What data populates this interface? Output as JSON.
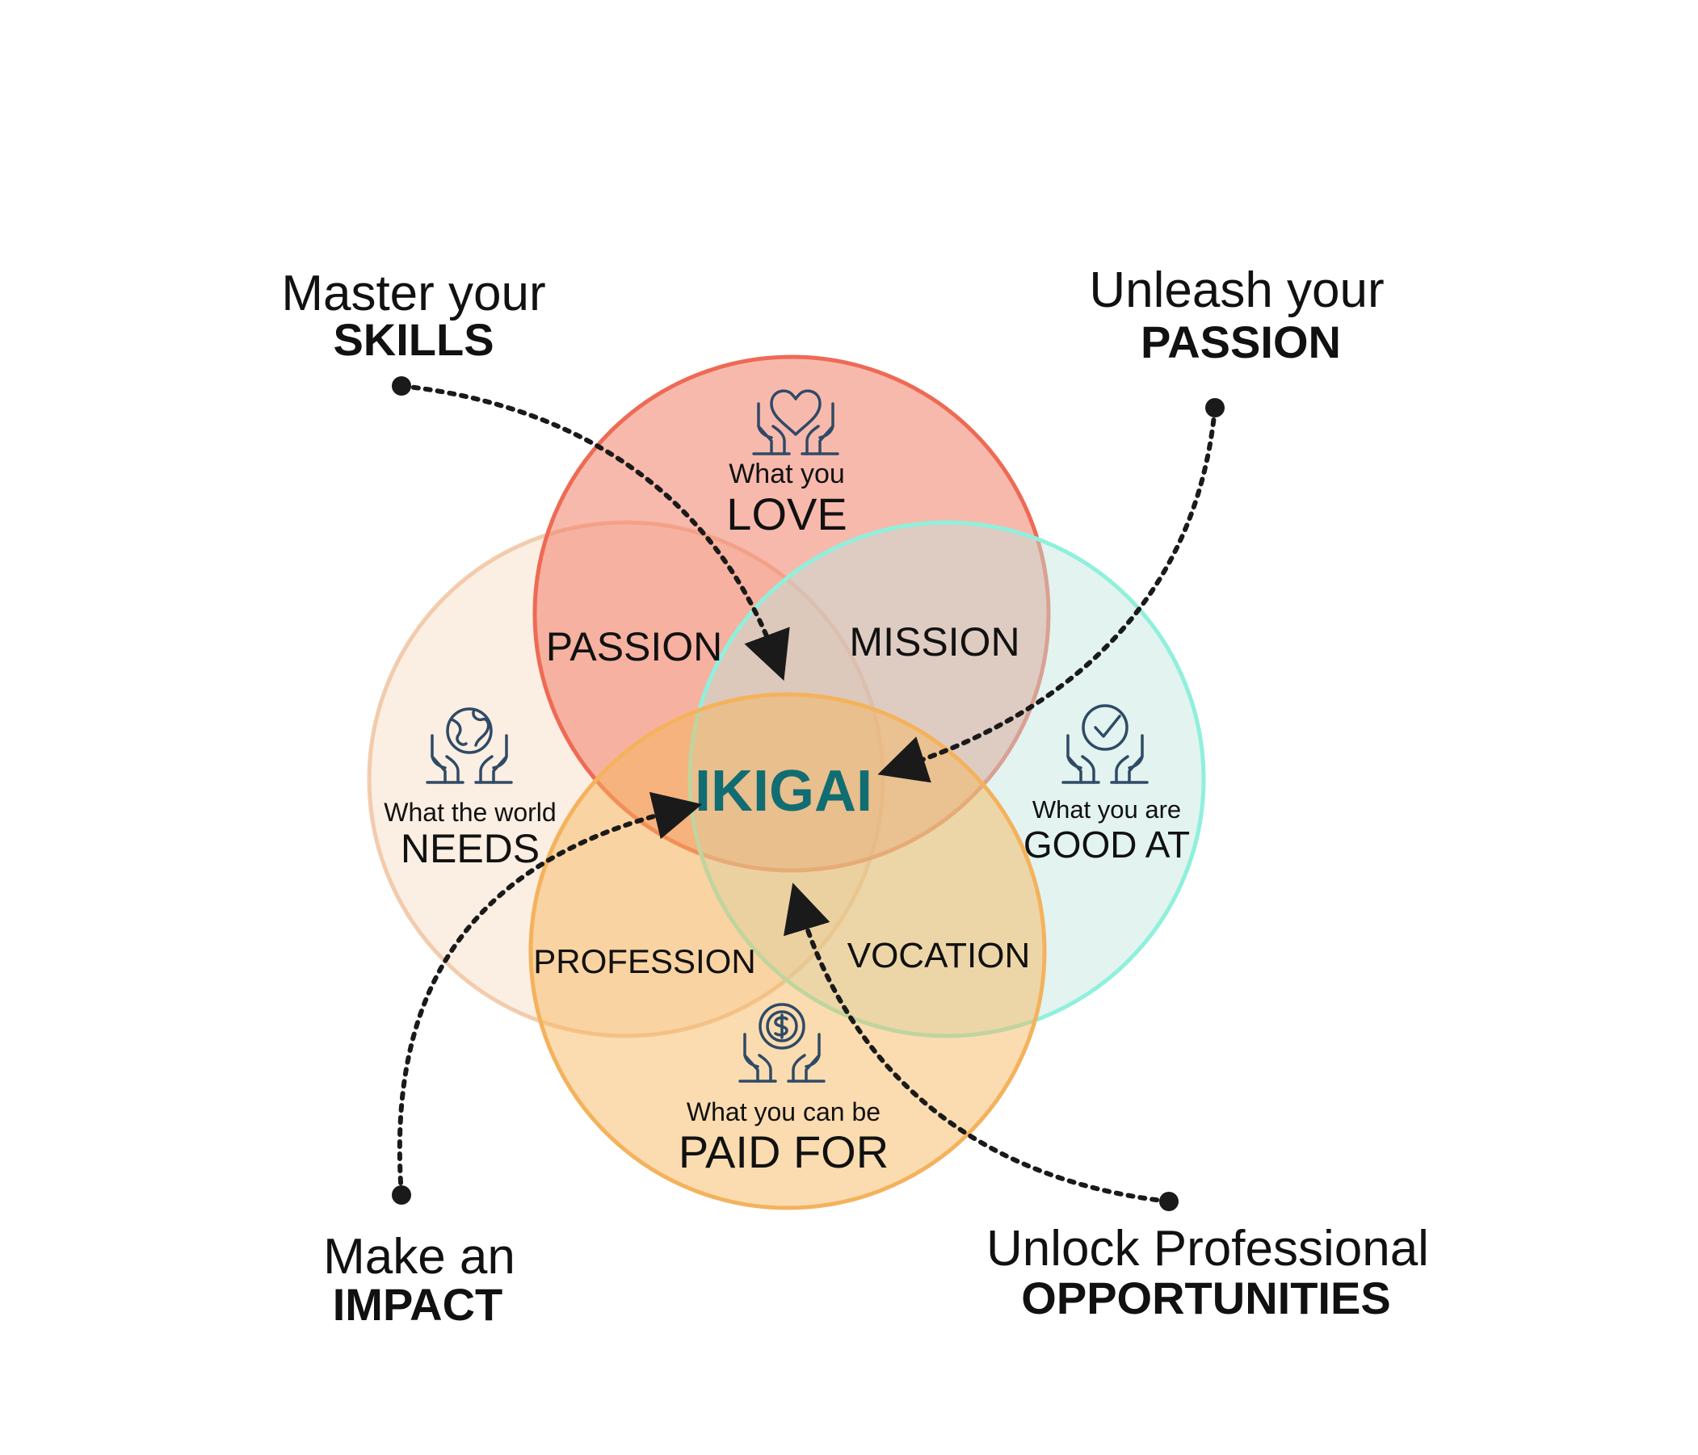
{
  "colors": {
    "love_fill": "#f3806a",
    "love_stroke": "#ee6a55",
    "needs_fill": "#f3c9a6",
    "needs_stroke": "#f0c09c",
    "good_fill": "#bfe5de",
    "good_stroke": "#8ff0dc",
    "paid_fill": "#f6b55a",
    "paid_stroke": "#f4b25c",
    "ikigai": "#116d72",
    "icon": "#2f4a66",
    "dots": "#1a1a1a"
  },
  "circles": {
    "love": {
      "small": "What you",
      "big": "LOVE",
      "icon": "heart-hands-icon"
    },
    "needs": {
      "small": "What the world",
      "big": "NEEDS",
      "icon": "globe-hands-icon"
    },
    "good": {
      "small": "What you are",
      "big": "GOOD AT",
      "icon": "check-hands-icon"
    },
    "paid": {
      "small": "What you can be",
      "big": "PAID FOR",
      "icon": "coin-hands-icon"
    }
  },
  "overlaps": {
    "passion": "PASSION",
    "mission": "MISSION",
    "profession": "PROFESSION",
    "vocation": "VOCATION"
  },
  "center": "IKIGAI",
  "callouts": {
    "skills": {
      "line1": "Master your",
      "line2": "SKILLS"
    },
    "passion": {
      "line1": "Unleash your",
      "line2": "PASSION"
    },
    "impact": {
      "line1": "Make an",
      "line2": "IMPACT"
    },
    "opportunities": {
      "line1": "Unlock Professional",
      "line2": "OPPORTUNITIES"
    }
  }
}
